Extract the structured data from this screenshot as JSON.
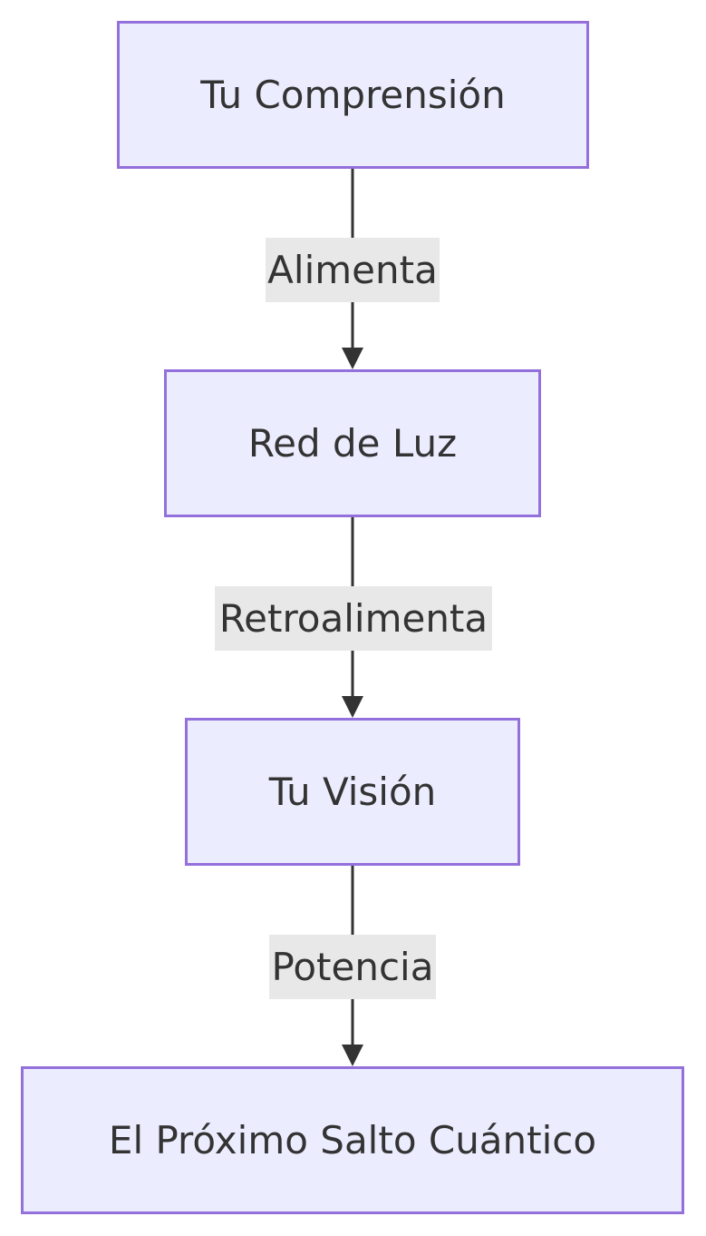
{
  "nodes": [
    {
      "label": "Tu Comprensión"
    },
    {
      "label": "Red de Luz"
    },
    {
      "label": "Tu Visión"
    },
    {
      "label": "El Próximo Salto Cuántico"
    }
  ],
  "edges": [
    {
      "from": 0,
      "to": 1,
      "label": "Alimenta"
    },
    {
      "from": 1,
      "to": 2,
      "label": "Retroalimenta"
    },
    {
      "from": 2,
      "to": 3,
      "label": "Potencia"
    }
  ],
  "colors": {
    "node_fill": "#ECECFF",
    "node_border": "#9370DB",
    "edge_line": "#333333",
    "edge_label_bg": "#e8e8e8",
    "text": "#333333"
  }
}
